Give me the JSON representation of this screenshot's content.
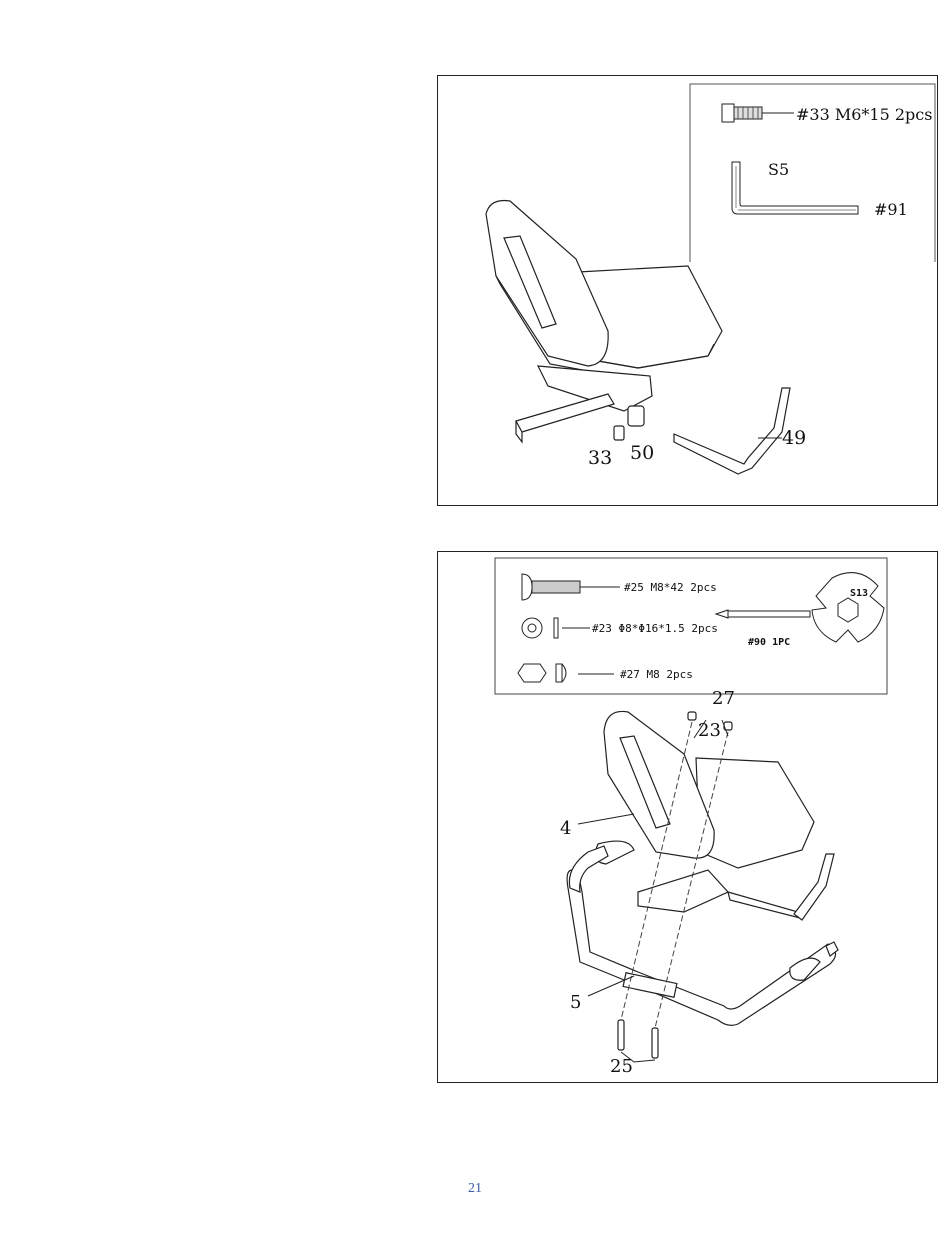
{
  "figure1": {
    "hardware": {
      "bolt_label": "#33 M6*15 2pcs",
      "key_size": "S5",
      "key_label": "#91"
    },
    "callouts": {
      "p33": "33",
      "p50": "50",
      "p49": "49"
    }
  },
  "figure2": {
    "hardware": {
      "bolt_label": "#25 M8*42 2pcs",
      "washer_label": "#23 Φ8*Φ16*1.5 2pcs",
      "nut_label": "#27 M8 2pcs",
      "tool_label": "#90 1PC",
      "wrench_size": "S13"
    },
    "callouts": {
      "p27": "27",
      "p23": "23",
      "p4": "4",
      "p5": "5",
      "p25": "25"
    }
  },
  "page_number": "21"
}
